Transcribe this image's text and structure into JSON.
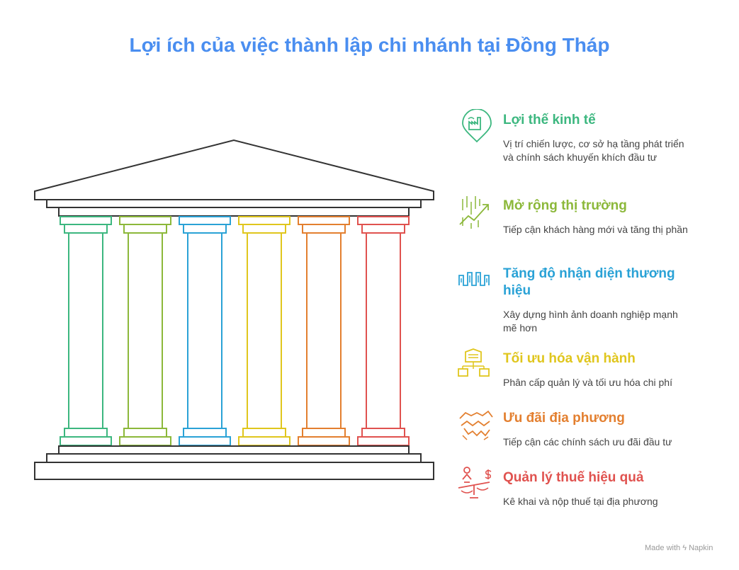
{
  "title": "Lợi ích của việc thành lập chi nhánh tại Đồng Tháp",
  "benefits": [
    {
      "title": "Lợi thế kinh tế",
      "description": "Vị trí chiến lược, cơ sở hạ tầng phát triển và chính sách khuyến khích đầu tư",
      "color": "#3cb77f",
      "icon": "map-pin-factory-icon"
    },
    {
      "title": "Mở rộng thị trường",
      "description": "Tiếp cận khách hàng mới và tăng thị phần",
      "color": "#8cb83a",
      "icon": "growth-chart-icon"
    },
    {
      "title": "Tăng độ nhận diện thương hiệu",
      "description": "Xây dựng hình ảnh doanh nghiệp mạnh mẽ hơn",
      "color": "#2aa2d6",
      "icon": "signal-wave-icon"
    },
    {
      "title": "Tối ưu hóa vận hành",
      "description": "Phân cấp quản lý và tối ưu hóa chi phí",
      "color": "#e0c61d",
      "icon": "warehouse-hierarchy-icon"
    },
    {
      "title": "Ưu đãi địa phương",
      "description": "Tiếp cận các chính sách ưu đãi đầu tư",
      "color": "#e37f2f",
      "icon": "handshake-icon"
    },
    {
      "title": "Quản lý thuế hiệu quả",
      "description": "Kê khai và nộp thuế tại địa phương",
      "color": "#e0524f",
      "icon": "person-scale-dollar-icon"
    }
  ],
  "footer": {
    "prefix": "Made with",
    "brand": "Napkin"
  }
}
